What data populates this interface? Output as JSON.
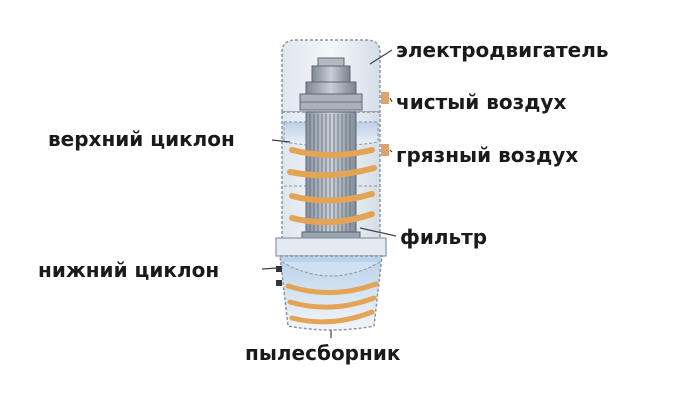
{
  "labels": {
    "motor": "электродвигатель",
    "clean_air": "чистый воздух",
    "dirty_air": "грязный воздух",
    "filter": "фильтр",
    "upper_cyclone": "верхний циклон",
    "lower_cyclone": "нижний циклон",
    "dust_bin": "пылесборник"
  },
  "colors": {
    "body_line": "#8a95a6",
    "body_fill": "#eef3f8",
    "upper_fill": "#dbe6f2",
    "lower_fill": "#cfe0f1",
    "swirl": "#e3a456",
    "filter_fill": "#9aa6b4",
    "filter_line": "#5c6674",
    "clean_marker": "#d9a56a",
    "pointer": "#444444"
  }
}
